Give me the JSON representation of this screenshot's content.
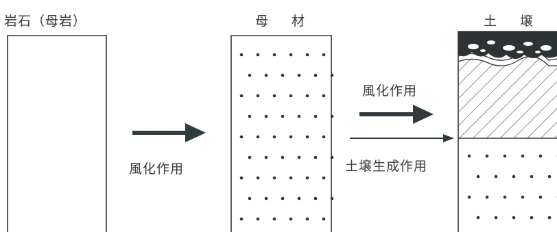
{
  "stages": {
    "rock_title": "岩石（母岩）",
    "parent_material_title": "母 材",
    "soil_title": "土 壌"
  },
  "arrows": {
    "first_process": "風化作用",
    "second_process_top": "風化作用",
    "second_process_bottom": "土壌生成作用"
  },
  "colors": {
    "line": "#333333",
    "arrow": "#2f3b3d",
    "humus": "#2e3436",
    "dot": "#333333"
  }
}
